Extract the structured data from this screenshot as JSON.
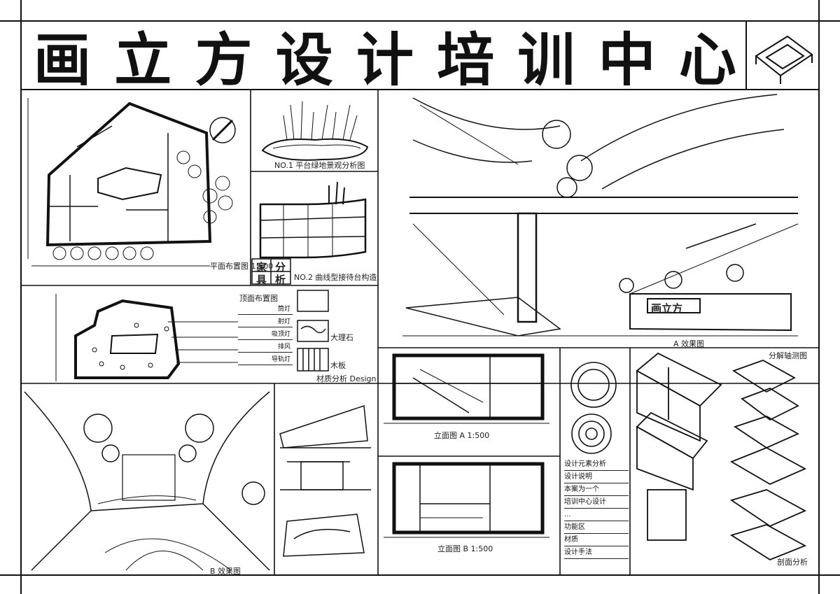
{
  "title": "画立方设计培训中心",
  "labels": {
    "plan": "平面布置图 1:500",
    "no1": "NO.1 平台绿地景观分析图",
    "no2": "NO.2 曲线型接待台构造",
    "furniture_a": "家",
    "furniture_b": "分",
    "furniture_c": "具",
    "furniture_d": "析",
    "ceiling_title": "顶面布置图",
    "stone": "大理石",
    "wood": "木板",
    "material": "材质分析 Design",
    "view_a": "A 效果图",
    "view_b": "B 效果图",
    "elev_a": "立面图 A 1:500",
    "elev_b": "立面图 B 1:500",
    "section_label": "剖面分析",
    "axon": "分解轴测图",
    "brand": "画立方"
  },
  "legend": [
    "筒灯",
    "射灯",
    "吸顶灯",
    "排风",
    "导轨灯"
  ],
  "notes": [
    "设计元素分析",
    "设计说明",
    "本案为一个",
    "培训中心设计",
    "...",
    "功能区",
    "材质",
    "设计手法"
  ]
}
